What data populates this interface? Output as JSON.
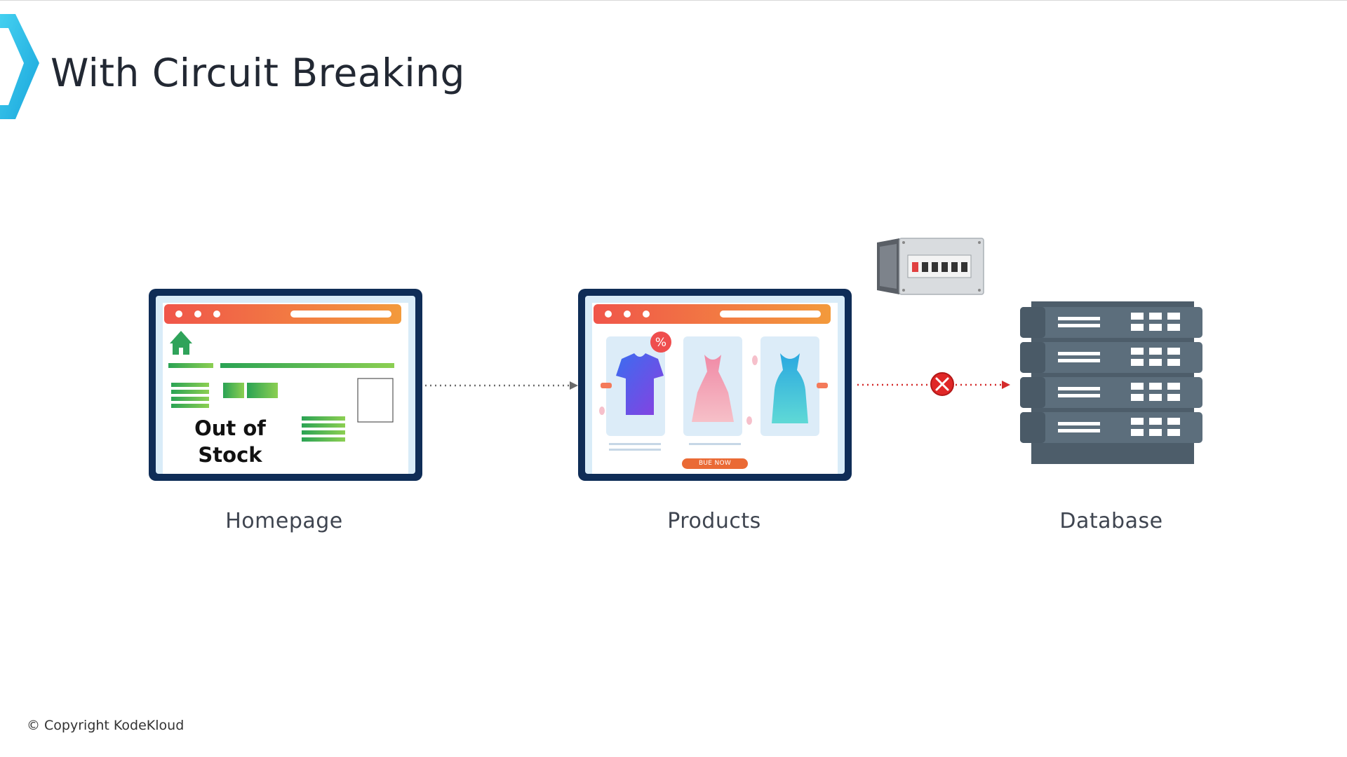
{
  "slide": {
    "title": "With Circuit Breaking",
    "copyright": "© Copyright KodeKloud"
  },
  "nodes": {
    "homepage": {
      "label": "Homepage",
      "message": "Out of Stock"
    },
    "products": {
      "label": "Products",
      "button": "BUE NOW",
      "discount_badge": "%"
    },
    "database": {
      "label": "Database"
    }
  },
  "edges": [
    {
      "from": "homepage",
      "to": "products",
      "style": "dotted",
      "color": "#6b6b6b"
    },
    {
      "from": "products",
      "to": "database",
      "style": "dotted",
      "color": "#d42a2a",
      "blocked": true
    }
  ],
  "icons": {
    "logo": "kodekloud-chevron-icon",
    "breaker": "circuit-breaker-panel-icon",
    "blocked": "blocked-x-icon",
    "home": "home-icon",
    "server": "server-rack-icon"
  },
  "colors": {
    "accent": "#1fb8e6",
    "frame": "#0f2d57",
    "browser_bar_start": "#f0554a",
    "browser_bar_end": "#f39a3c",
    "blocked": "#d42a2a",
    "server": "#4a5a68"
  }
}
